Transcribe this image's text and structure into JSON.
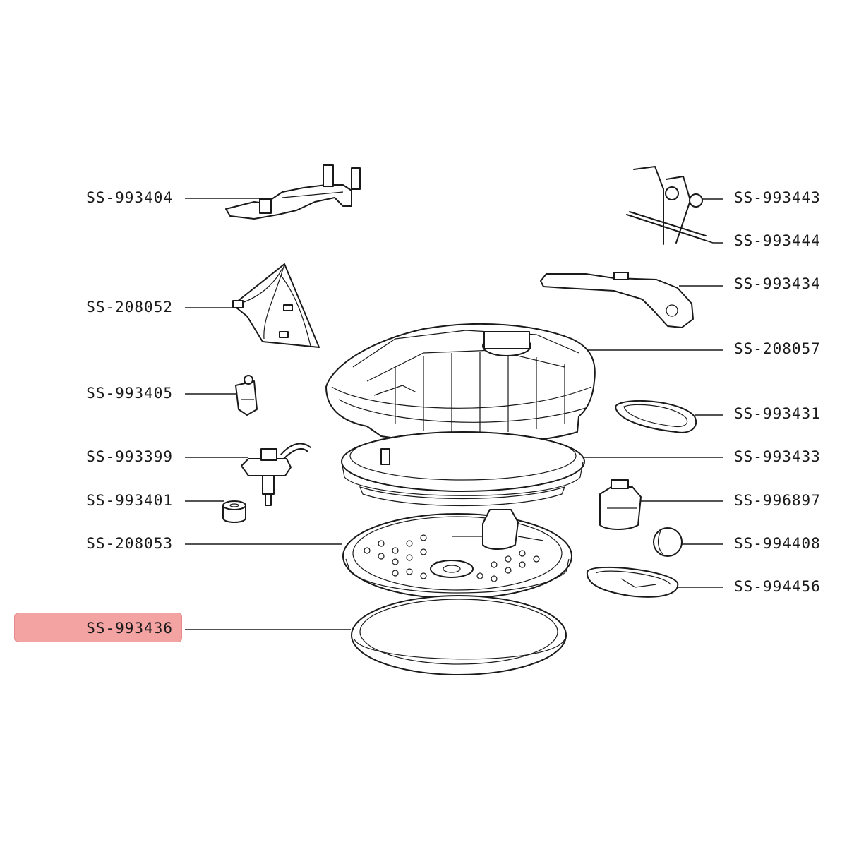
{
  "labels": {
    "l1": "SS-993404",
    "l2": "SS-208052",
    "l3": "SS-993405",
    "l4": "SS-993399",
    "l5": "SS-993401",
    "l6": "SS-208053",
    "l7": "SS-993436",
    "r1": "SS-993443",
    "r2": "SS-993444",
    "r3": "SS-993434",
    "r4": "SS-208057",
    "r5": "SS-993431",
    "r6": "SS-993433",
    "r7": "SS-996897",
    "r8": "SS-994408",
    "r9": "SS-994456"
  },
  "highlight_color": "#f4a3a3"
}
